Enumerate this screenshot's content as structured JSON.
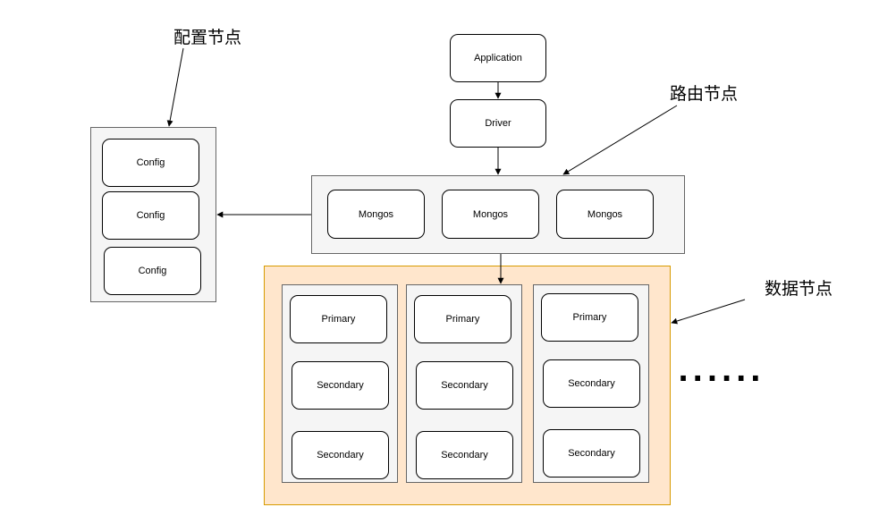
{
  "labels": {
    "config_title": "配置节点",
    "router_title": "路由节点",
    "data_title": "数据节点",
    "ellipsis": "......"
  },
  "nodes": {
    "application": "Application",
    "driver": "Driver",
    "config": [
      "Config",
      "Config",
      "Config"
    ],
    "mongos": [
      "Mongos",
      "Mongos",
      "Mongos"
    ],
    "shards": [
      {
        "primary": "Primary",
        "secondary": [
          "Secondary",
          "Secondary"
        ]
      },
      {
        "primary": "Primary",
        "secondary": [
          "Secondary",
          "Secondary"
        ]
      },
      {
        "primary": "Primary",
        "secondary": [
          "Secondary",
          "Secondary"
        ]
      }
    ]
  },
  "colors": {
    "panel_fill": "#f5f5f5",
    "panel_border": "#666666",
    "data_fill": "#ffe6cc",
    "data_border": "#d79b00"
  }
}
